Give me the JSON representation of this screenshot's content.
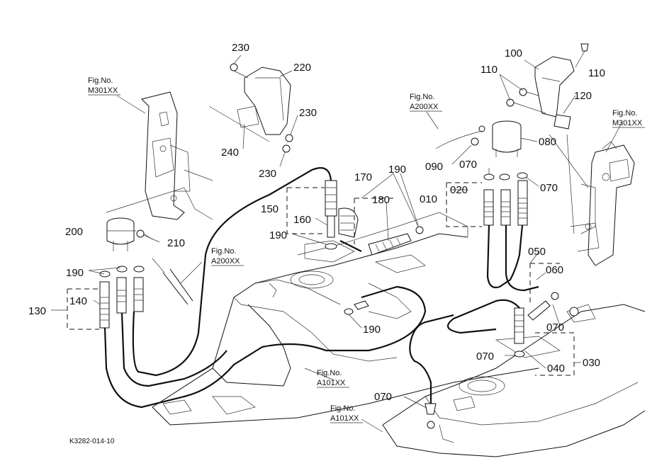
{
  "diagram": {
    "drawing_code": "K3282-014-10",
    "callouts": [
      {
        "id": "c230a",
        "text": "230"
      },
      {
        "id": "c220",
        "text": "220"
      },
      {
        "id": "c230b",
        "text": "230"
      },
      {
        "id": "c240",
        "text": "240"
      },
      {
        "id": "c230c",
        "text": "230"
      },
      {
        "id": "c100",
        "text": "100"
      },
      {
        "id": "c110a",
        "text": "110"
      },
      {
        "id": "c110b",
        "text": "110"
      },
      {
        "id": "c120",
        "text": "120"
      },
      {
        "id": "c080",
        "text": "080"
      },
      {
        "id": "c090",
        "text": "090"
      },
      {
        "id": "c070a",
        "text": "070"
      },
      {
        "id": "c070b",
        "text": "070"
      },
      {
        "id": "c020",
        "text": "020"
      },
      {
        "id": "c010",
        "text": "010"
      },
      {
        "id": "c170",
        "text": "170"
      },
      {
        "id": "c180",
        "text": "180"
      },
      {
        "id": "c190a",
        "text": "190"
      },
      {
        "id": "c150",
        "text": "150"
      },
      {
        "id": "c160",
        "text": "160"
      },
      {
        "id": "c190b",
        "text": "190"
      },
      {
        "id": "c200",
        "text": "200"
      },
      {
        "id": "c210",
        "text": "210"
      },
      {
        "id": "c190c",
        "text": "190"
      },
      {
        "id": "c140",
        "text": "140"
      },
      {
        "id": "c130",
        "text": "130"
      },
      {
        "id": "c190d",
        "text": "190"
      },
      {
        "id": "c050",
        "text": "050"
      },
      {
        "id": "c060",
        "text": "060"
      },
      {
        "id": "c070c",
        "text": "070"
      },
      {
        "id": "c070d",
        "text": "070"
      },
      {
        "id": "c040",
        "text": "040"
      },
      {
        "id": "c030",
        "text": "030"
      },
      {
        "id": "c070e",
        "text": "070"
      }
    ],
    "figure_refs": [
      {
        "id": "f1",
        "label": "Fig.No.",
        "code": "M301XX"
      },
      {
        "id": "f2",
        "label": "Fig.No.",
        "code": "A200XX"
      },
      {
        "id": "f3",
        "label": "Fig.No.",
        "code": "M301XX"
      },
      {
        "id": "f4",
        "label": "Fig.No.",
        "code": "A200XX"
      },
      {
        "id": "f5",
        "label": "Fig.No.",
        "code": "A101XX"
      },
      {
        "id": "f6",
        "label": "Fig.No.",
        "code": "A101XX"
      }
    ]
  }
}
